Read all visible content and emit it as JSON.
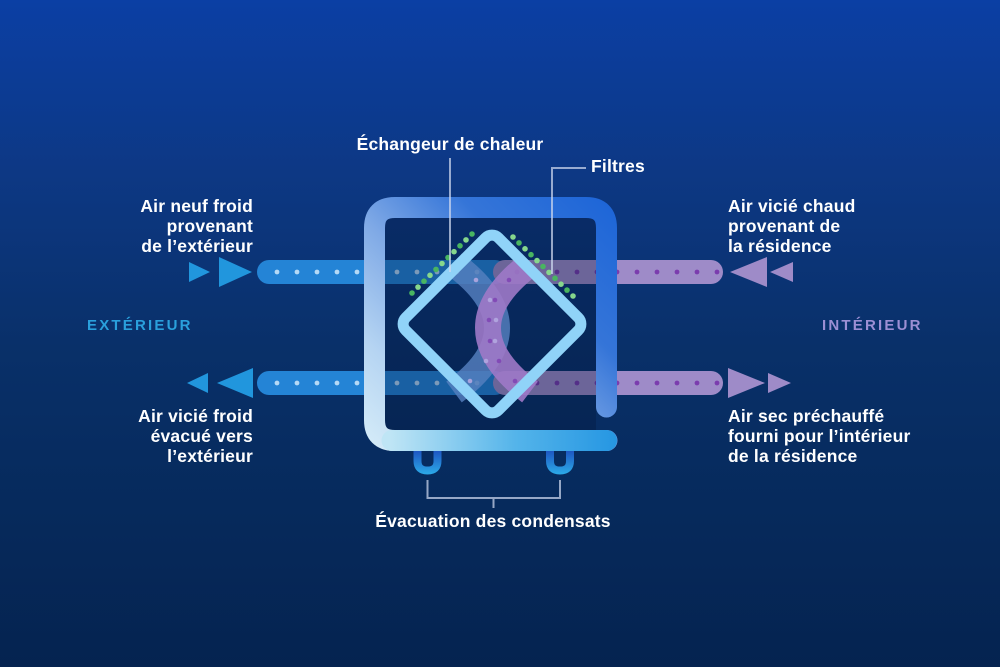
{
  "diagram": {
    "callouts": {
      "heat_exchanger": "Échangeur de chaleur",
      "filters": "Filtres",
      "condensate_drain": "Évacuation des condensats"
    },
    "zones": {
      "exterior": "EXTÉRIEUR",
      "interior": "INTÉRIEUR"
    },
    "flows": {
      "intake_cold": {
        "lines": [
          "Air neuf froid",
          "provenant",
          "de l’extérieur"
        ]
      },
      "return_warm": {
        "lines": [
          "Air vicié chaud",
          "provenant de",
          "la résidence"
        ]
      },
      "exhaust_cold": {
        "lines": [
          "Air vicié froid",
          "évacué vers",
          "l’extérieur"
        ]
      },
      "supply_preheated": {
        "lines": [
          "Air sec préchauffé",
          "fourni pour l’intérieur",
          "de la résidence"
        ]
      }
    },
    "colors": {
      "cold_air": "#2196dd",
      "warm_air": "#9e8bc8",
      "filter_dots": "#49b561",
      "filter_dots_light": "#86d78c",
      "exterior_text": "#2aa0dc",
      "interior_text": "#9c8fd4"
    }
  }
}
